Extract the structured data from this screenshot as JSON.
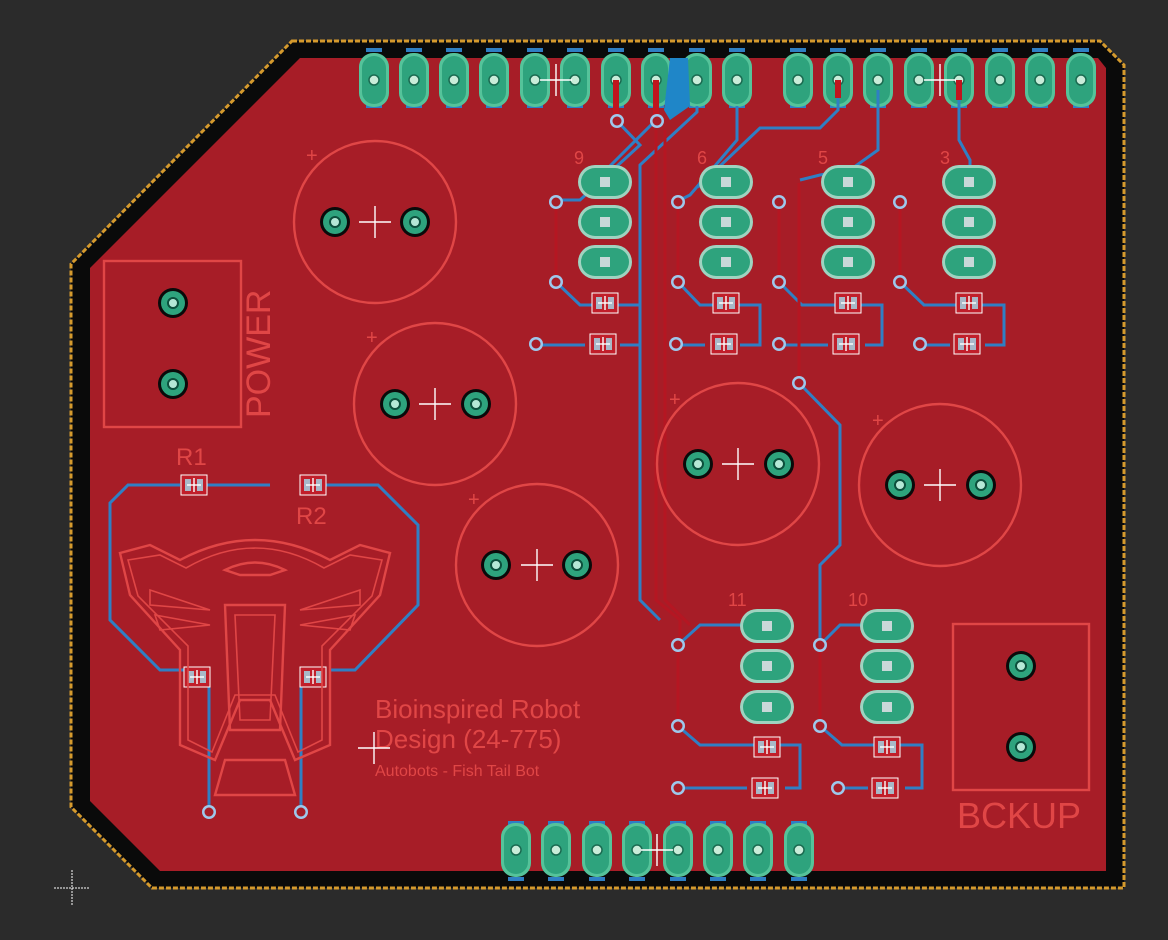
{
  "board": {
    "labels": {
      "power": "POWER",
      "backup": "BCKUP",
      "r1": "R1",
      "r2": "R2",
      "title_line1": "Bioinspired Robot",
      "title_line2": "Design (24-775)",
      "subtitle": "Autobots - Fish Tail Bot",
      "servo_9": "9",
      "servo_6": "6",
      "servo_5": "5",
      "servo_3": "3",
      "servo_11": "11",
      "servo_10": "10"
    },
    "colors": {
      "background": "#2b2b2b",
      "copper_fill": "#a71d27",
      "silkscreen": "#e04646",
      "bottom_trace": "#2f7fc4",
      "top_trace": "#c0141e",
      "pad": "#2ea37d",
      "board_outline": "#d59a2d",
      "keepout": "#000000"
    },
    "icons": {
      "cursor": "crosshair-icon",
      "logo": "autobot-insignia-icon"
    }
  }
}
